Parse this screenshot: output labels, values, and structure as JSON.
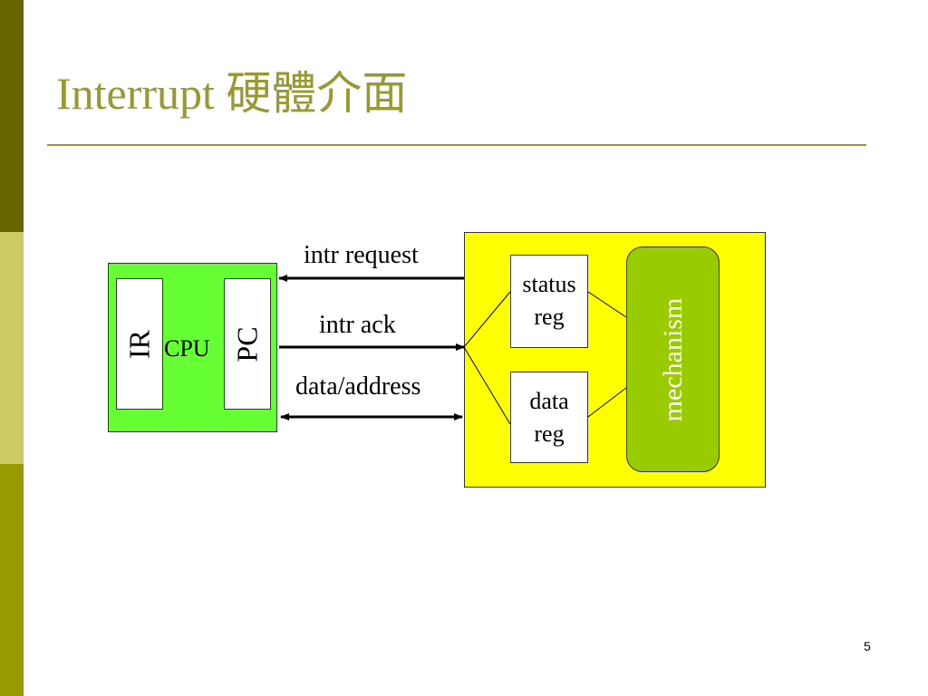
{
  "slide": {
    "title": "Interrupt 硬體介面",
    "page_number": "5",
    "colors": {
      "title": "#999933",
      "sidebar_top": "#666600",
      "sidebar_mid": "#cccc66",
      "sidebar_bottom": "#999900",
      "cpu_fill": "#66ff33",
      "device_fill": "#ffff00",
      "mechanism_fill": "#99cc00"
    }
  },
  "diagram": {
    "cpu": {
      "label": "CPU",
      "ir_label": "IR",
      "pc_label": "PC"
    },
    "device": {
      "status_reg": {
        "line1": "status",
        "line2": "reg"
      },
      "data_reg": {
        "line1": "data",
        "line2": "reg"
      },
      "mechanism_label": "mechanism"
    },
    "signals": {
      "intr_request": "intr request",
      "intr_ack": "intr ack",
      "data_address": "data/address"
    }
  }
}
